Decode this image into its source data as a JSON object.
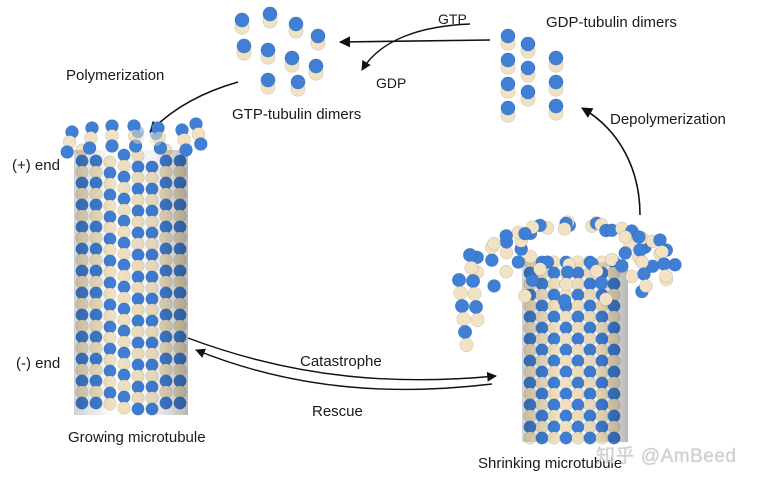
{
  "labels": {
    "gtp": "GTP",
    "gdp": "GDP",
    "gdp_dimers": "GDP-tubulin dimers",
    "gtp_dimers": "GTP-tubulin dimers",
    "polymerization": "Polymerization",
    "depolymerization": "Depolymerization",
    "plus_end": "(+) end",
    "minus_end": "(-) end",
    "catastrophe": "Catastrophe",
    "rescue": "Rescue",
    "growing": "Growing microtubule",
    "shrinking": "Shrinking microtubule"
  },
  "watermark": "知乎 @AmBeed",
  "colors": {
    "alpha_tubulin": "#f0e2c2",
    "beta_tubulin": "#3f7fd6",
    "arrow": "#111111",
    "text": "#1a1a1a"
  }
}
